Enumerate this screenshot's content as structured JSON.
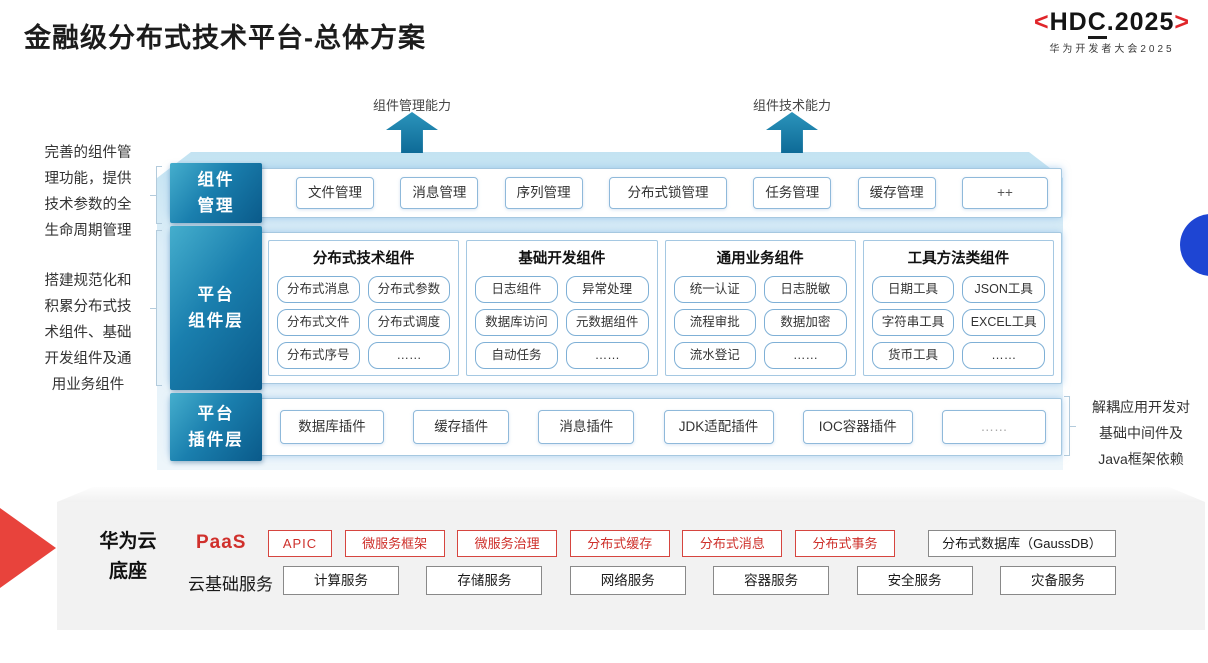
{
  "title": "金融级分布式技术平台-总体方案",
  "logo": {
    "open": "<",
    "part1": "HD",
    "part2": "C",
    "part3": ".2025",
    "close": ">",
    "subtitle": "华为开发者大会2025"
  },
  "arrows": {
    "left": "组件管理能力",
    "right": "组件技术能力"
  },
  "notes": {
    "left1": "完善的组件管\n理功能，提供\n技术参数的全\n生命周期管理",
    "left2": "搭建规范化和\n积累分布式技\n术组件、基础\n开发组件及通\n用业务组件",
    "right": "解耦应用开发对\n基础中间件及\nJava框架依赖"
  },
  "row1": {
    "label": "组件\n管理",
    "items": [
      "文件管理",
      "消息管理",
      "序列管理",
      "分布式锁管理",
      "任务管理",
      "缓存管理",
      "++"
    ]
  },
  "row2": {
    "label": "平台\n组件层",
    "groups": [
      {
        "title": "分布式技术组件",
        "items": [
          "分布式消息",
          "分布式参数",
          "分布式文件",
          "分布式调度",
          "分布式序号",
          "……"
        ]
      },
      {
        "title": "基础开发组件",
        "items": [
          "日志组件",
          "异常处理",
          "数据库访问",
          "元数据组件",
          "自动任务",
          "……"
        ]
      },
      {
        "title": "通用业务组件",
        "items": [
          "统一认证",
          "日志脱敏",
          "流程审批",
          "数据加密",
          "流水登记",
          "……"
        ]
      },
      {
        "title": "工具方法类组件",
        "items": [
          "日期工具",
          "JSON工具",
          "字符串工具",
          "EXCEL工具",
          "货币工具",
          "……"
        ]
      }
    ]
  },
  "row3": {
    "label": "平台\n插件层",
    "items": [
      "数据库插件",
      "缓存插件",
      "消息插件",
      "JDK适配插件",
      "IOC容器插件",
      "……"
    ]
  },
  "base": {
    "title": "华为云\n底座",
    "paas_label": "PaaS",
    "paas_items": [
      "APIC",
      "微服务框架",
      "微服务治理",
      "分布式缓存",
      "分布式消息",
      "分布式事务"
    ],
    "paas_db": "分布式数据库（GaussDB）",
    "cloud_label": "云基础服务",
    "cloud_items": [
      "计算服务",
      "存储服务",
      "网络服务",
      "容器服务",
      "安全服务",
      "灾备服务"
    ]
  },
  "colors": {
    "block_blue_dark": "#0a5a8a",
    "block_blue_light": "#45aecd",
    "band_blue": "#c3e3f2",
    "accent_red": "#e0342f",
    "arrow_teal": "#0e6b97",
    "circle_blue": "#1e45d3",
    "base_gray": "#f2f2f2"
  }
}
